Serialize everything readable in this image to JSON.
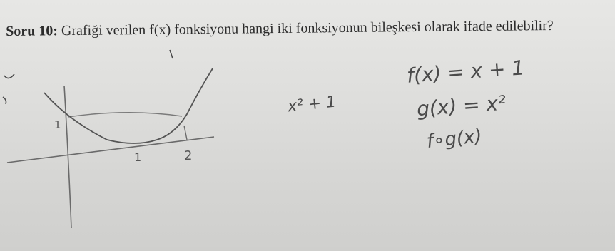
{
  "question": {
    "label": "Soru 10:",
    "text": "Grafiği verilen f(x) fonksiyonu hangi iki fonksiyonun bileşkesi olarak ifade edilebilir?"
  },
  "graph": {
    "y_tick_label": "1",
    "x_tick_1": "1",
    "x_tick_2": "2"
  },
  "handwriting": {
    "expr_x2plus1": "x² + 1",
    "f_def": "f(x) = x + 1",
    "g_def": "g(x) = x²",
    "composition": "f∘g(x)"
  },
  "colors": {
    "paper": "#e1e1df",
    "print_text": "#2b2b2b",
    "pencil": "#4a4a4a"
  }
}
